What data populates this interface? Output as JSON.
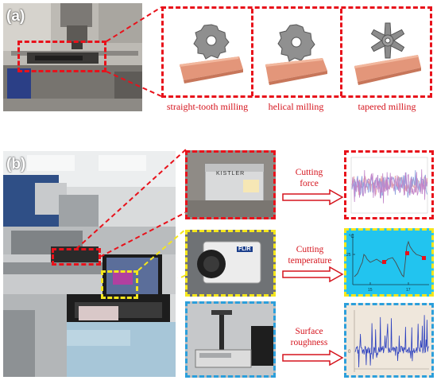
{
  "panels": {
    "a": {
      "letter": "(a)",
      "captions": [
        "straight-tooth milling",
        "helical milling",
        "tapered milling"
      ]
    },
    "b": {
      "letter": "(b)",
      "measurements": [
        {
          "label_line1": "Cutting",
          "label_line2": "force",
          "device_brand": "KISTLER"
        },
        {
          "label_line1": "Cutting",
          "label_line2": "temperature",
          "device_brand": "FLIR"
        },
        {
          "label_line1": "Surface",
          "label_line2": "roughness",
          "device_brand": ""
        }
      ],
      "temperature_plot": {
        "axis_unit": "°C",
        "y_tick": "25",
        "x_ticks": [
          "15",
          "17"
        ]
      }
    }
  },
  "colors": {
    "red": "#e8121b",
    "yellow": "#f4e61c",
    "blue": "#2c9fdb",
    "arrow": "#d5141d"
  }
}
